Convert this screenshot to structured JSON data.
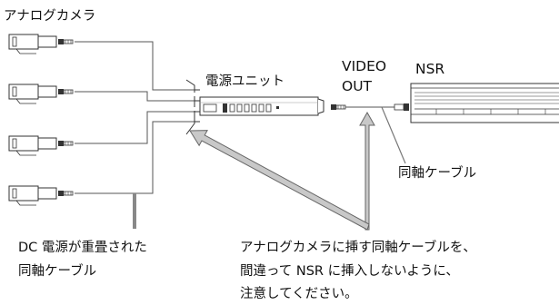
{
  "labels": {
    "camera_group": "アナログカメラ",
    "power_unit": "電源ユニット",
    "video_out_line1": "VIDEO",
    "video_out_line2": "OUT",
    "nsr": "NSR",
    "coax_cable": "同軸ケーブル",
    "dc_cable_line1": "DC 電源が重畳された",
    "dc_cable_line2": "同軸ケーブル",
    "warning_line1": "アナログカメラに挿す同軸ケーブルを、",
    "warning_line2": "間違って NSR に挿入しないように、",
    "warning_line3": "注意してください。"
  },
  "colors": {
    "line": "#333333",
    "arrow_fill": "#c8c8c8",
    "arrow_stroke": "#666666"
  }
}
